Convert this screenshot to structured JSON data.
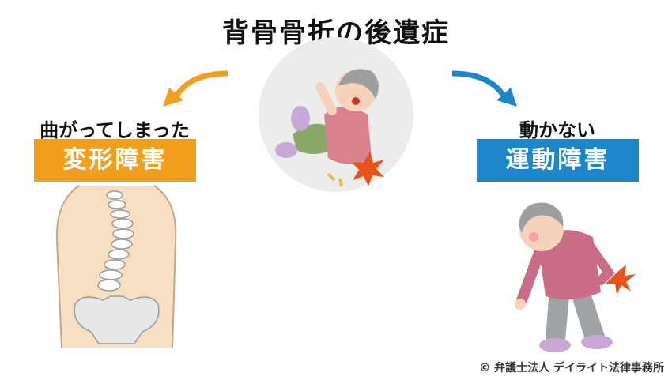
{
  "title": "背骨骨折の後遺症",
  "left": {
    "caption": "曲がってしまった",
    "badge": "変形障害",
    "color": "#f0a01e"
  },
  "right": {
    "caption": "動かない",
    "badge": "運動障害",
    "color": "#1b86c8"
  },
  "copyright": "© 弁護士法人 デイライト法律事務所",
  "icons": {
    "left_arrow": "orange-curved-arrow-icon",
    "right_arrow": "blue-curved-arrow-icon"
  }
}
